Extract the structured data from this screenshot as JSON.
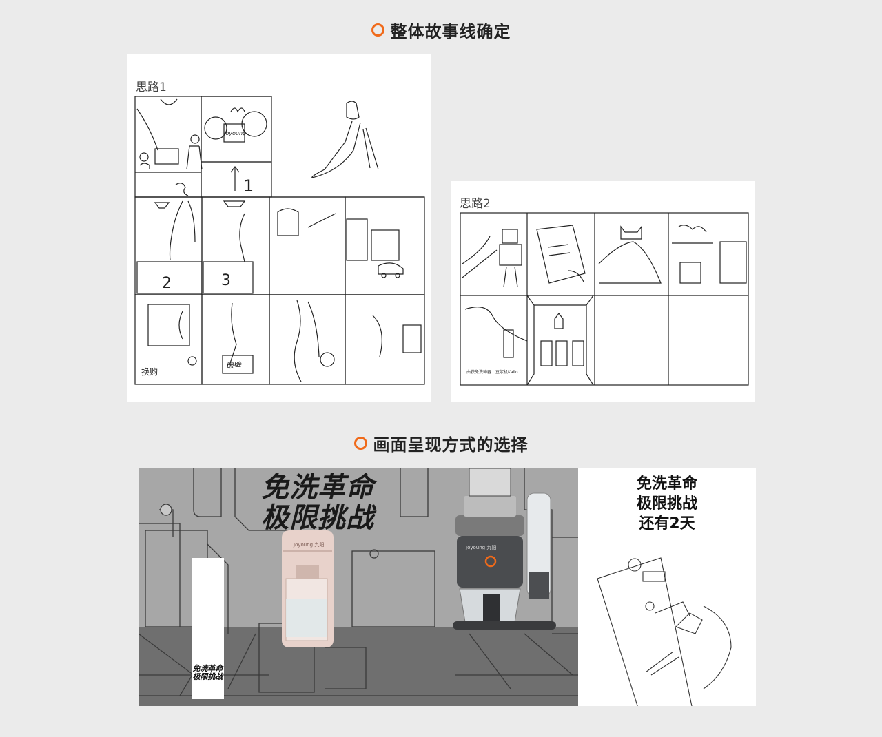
{
  "sections": {
    "storyline_title": "整体故事线确定",
    "presentation_title": "画面呈现方式的选择"
  },
  "idea1": {
    "label": "思路1",
    "panel_numbers": [
      "1",
      "2",
      "3"
    ],
    "panel_text": [
      "Joyoung",
      "换购",
      "破壁"
    ]
  },
  "idea2": {
    "label": "思路2",
    "caption": "由获免洗神器：豆浆机Kailo"
  },
  "banner": {
    "headline_line1": "免洗革命",
    "headline_line2": "极限挑战",
    "small_line1": "免洗革命",
    "small_line2": "极限挑战",
    "side_line1": "免洗革命",
    "side_line2": "极限挑战",
    "side_line3": "还有2天",
    "brand_left": "Joyoung 九阳",
    "brand_right": "Joyoung 九阳"
  },
  "colors": {
    "accent": "#f06a1a",
    "page_bg": "#ebebeb"
  }
}
